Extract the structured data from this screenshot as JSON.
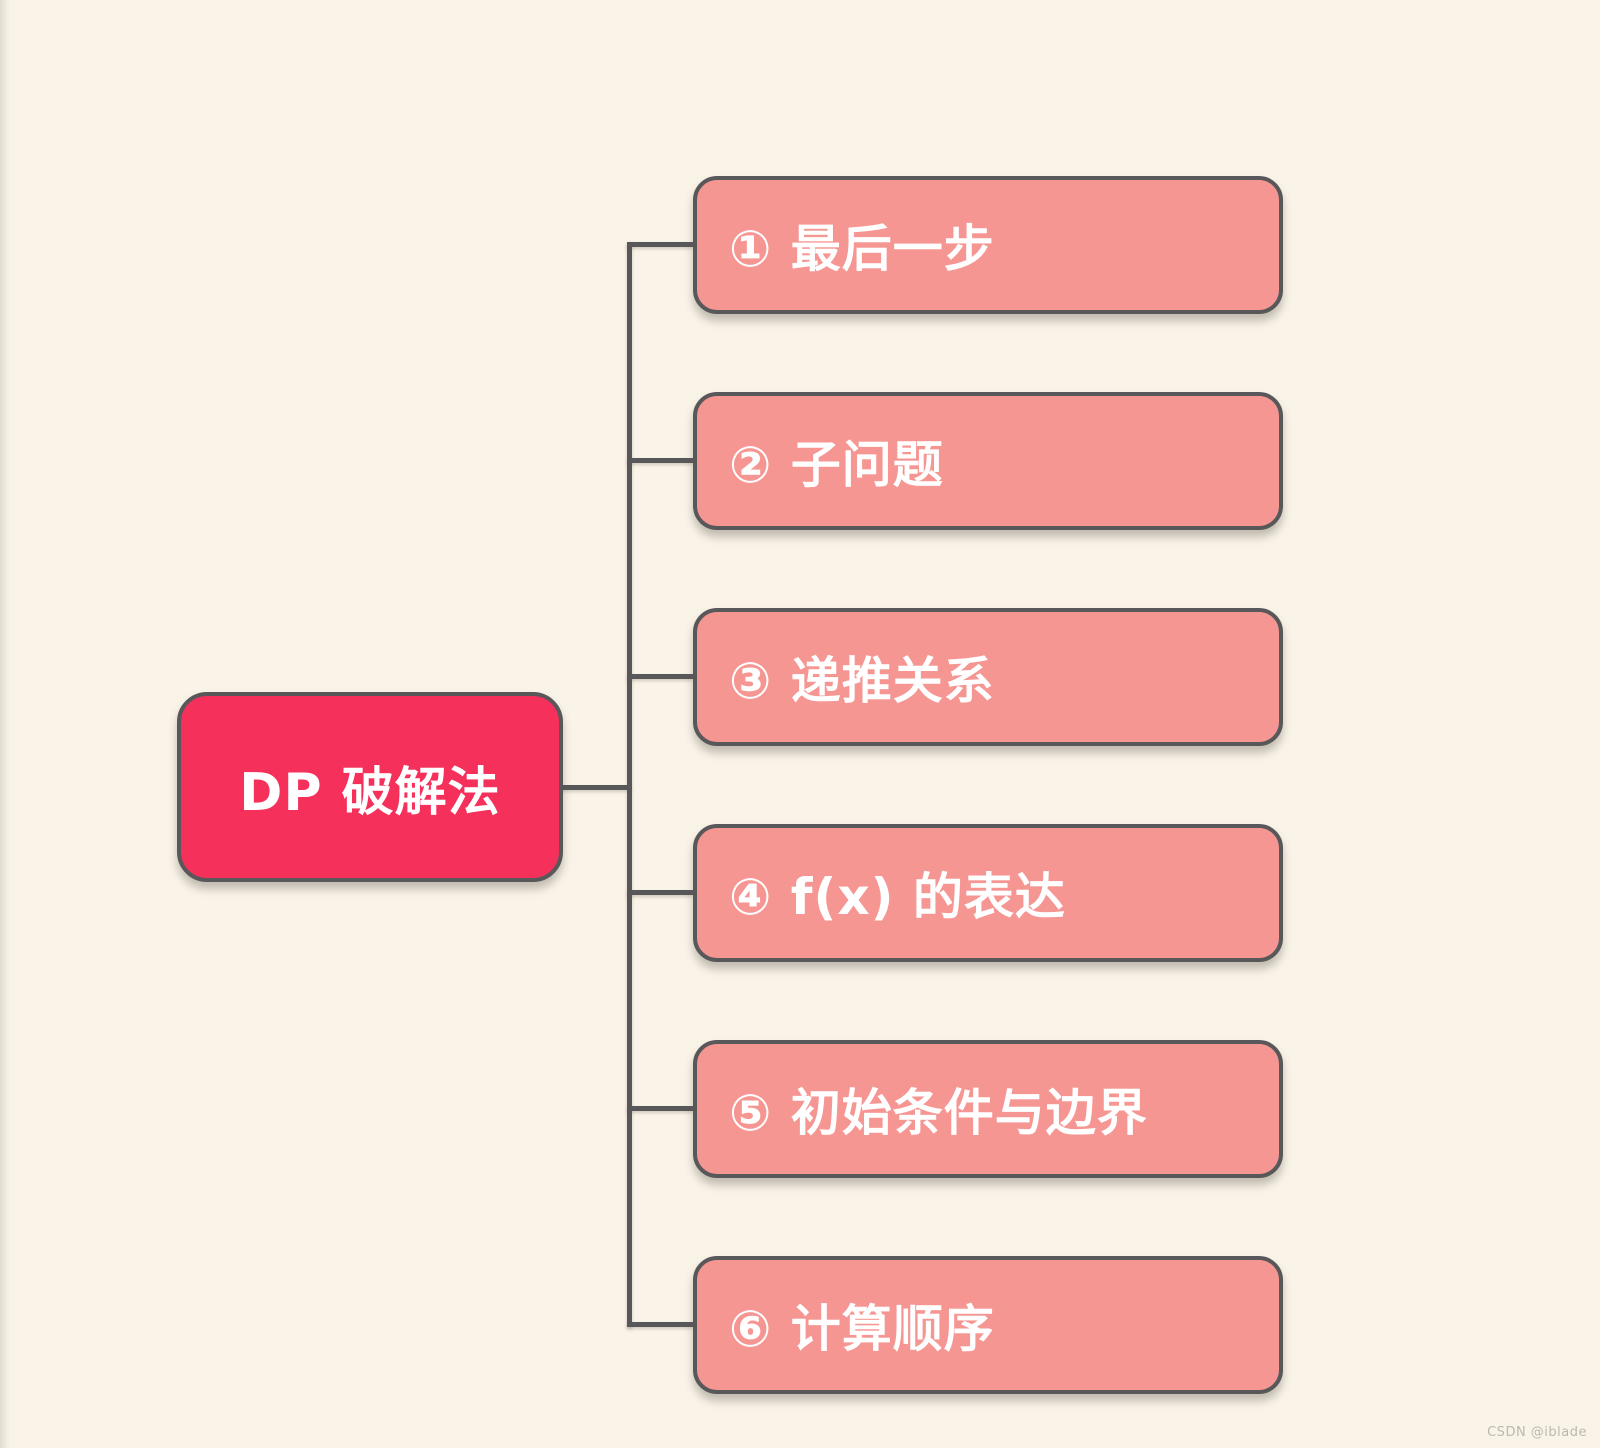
{
  "canvas": {
    "background_color": "#FAF4E8",
    "watermark": "CSDN @iblade"
  },
  "mindmap": {
    "root": {
      "label": "DP 破解法",
      "bg_color": "#F5315B",
      "text_color": "#FFFFFF",
      "border_color": "#58585A"
    },
    "children": [
      {
        "label": "① 最后一步"
      },
      {
        "label": "② 子问题"
      },
      {
        "label": "③ 递推关系"
      },
      {
        "label": "④ f(x) 的表达"
      },
      {
        "label": "⑤ 初始条件与边界"
      },
      {
        "label": "⑥ 计算顺序"
      }
    ],
    "child_bg_color": "#F69693",
    "connector_color": "#58585A"
  }
}
